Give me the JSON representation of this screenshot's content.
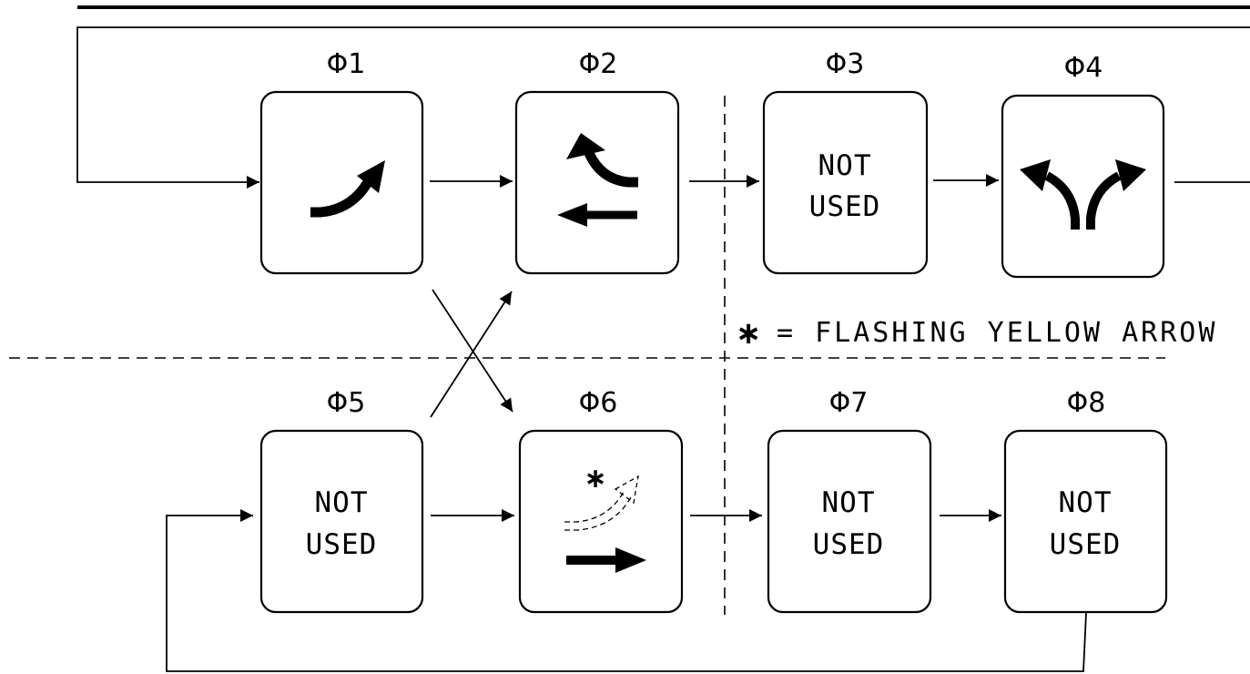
{
  "phases": [
    {
      "label": "Φ1",
      "text": [
        "",
        ""
      ],
      "icon": "protected-right-turn-arrow-icon"
    },
    {
      "label": "Φ2",
      "text": [
        "",
        ""
      ],
      "icon": "left-turn-and-through-left-arrow-icon"
    },
    {
      "label": "Φ3",
      "text": [
        "NOT",
        "USED"
      ],
      "icon": ""
    },
    {
      "label": "Φ4",
      "text": [
        "",
        ""
      ],
      "icon": "split-left-right-arrow-icon"
    },
    {
      "label": "Φ5",
      "text": [
        "NOT",
        "USED"
      ],
      "icon": ""
    },
    {
      "label": "Φ6",
      "text": [
        "",
        ""
      ],
      "icon": "through-arrow-with-flashing-yellow-arrow-icon"
    },
    {
      "label": "Φ7",
      "text": [
        "NOT",
        "USED"
      ],
      "icon": ""
    },
    {
      "label": "Φ8",
      "text": [
        "NOT",
        "USED"
      ],
      "icon": ""
    }
  ],
  "legend": {
    "symbol": "∗",
    "text": "= FLASHING YELLOW ARROW"
  }
}
